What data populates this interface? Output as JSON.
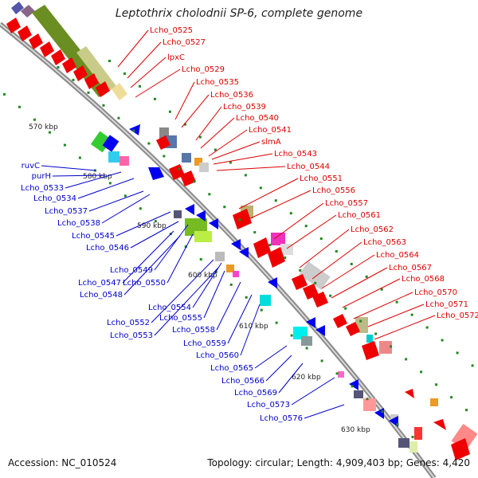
{
  "title": "Leptothrix cholodnii SP-6, complete genome",
  "footer": {
    "accession": "Accession: NC_010524",
    "summary": "Topology: circular; Length: 4,909,403 bp; Genes: 4,420"
  },
  "colors": {
    "forward_label": "#dd0000",
    "reverse_label": "#0000cc",
    "backbone": "#999999",
    "tick": "#228822"
  },
  "scale_labels": [
    "570 kbp",
    "580 kbp",
    "590 kbp",
    "600 kbp",
    "610 kbp",
    "620 kbp",
    "630 kbp"
  ],
  "forward_genes": [
    "Lcho_0525",
    "Lcho_0527",
    "lpxC",
    "Lcho_0529",
    "Lcho_0535",
    "Lcho_0536",
    "Lcho_0539",
    "Lcho_0540",
    "Lcho_0541",
    "slmA",
    "Lcho_0543",
    "Lcho_0544",
    "Lcho_0551",
    "Lcho_0556",
    "Lcho_0557",
    "Lcho_0561",
    "Lcho_0562",
    "Lcho_0563",
    "Lcho_0564",
    "Lcho_0567",
    "Lcho_0568",
    "Lcho_0570",
    "Lcho_0571",
    "Lcho_0572"
  ],
  "reverse_genes": [
    "ruvC",
    "purH",
    "Lcho_0533",
    "Lcho_0534",
    "Lcho_0537",
    "Lcho_0538",
    "Lcho_0545",
    "Lcho_0546",
    "Lcho_0549",
    "Lcho_0547",
    "Lcho_0550",
    "Lcho_0548",
    "Lcho_0554",
    "Lcho_0552",
    "Lcho_0555",
    "Lcho_0553",
    "Lcho_0558",
    "Lcho_0559",
    "Lcho_0560",
    "Lcho_0565",
    "Lcho_0566",
    "Lcho_0569",
    "Lcho_0573",
    "Lcho_0576"
  ]
}
